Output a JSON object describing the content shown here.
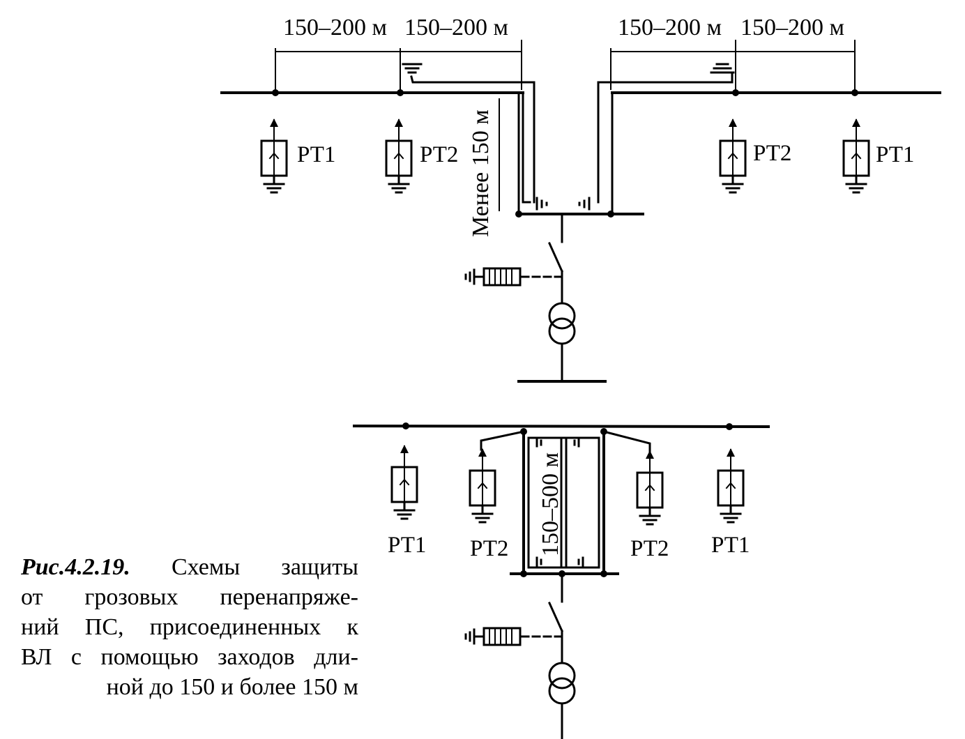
{
  "top_scheme": {
    "span_labels": [
      "150–200 м",
      "150–200 м",
      "150–200 м",
      "150–200 м"
    ],
    "vertical_label": "Менее 150 м",
    "arresters": [
      "РТ1",
      "РТ2",
      "РТ2",
      "РТ1"
    ]
  },
  "bottom_scheme": {
    "vertical_label": "150–500 м",
    "arresters": [
      "РТ1",
      "РТ2",
      "РТ2",
      "РТ1"
    ]
  },
  "caption": {
    "figure_number": "Рис.4.2.19.",
    "line1_rest": "Схемы защиты",
    "line2": "от грозовых перенапряже-",
    "line3": "ний ПС, присоединенных к",
    "line4": "ВЛ с помощью заходов дли-",
    "line5": "ной до 150 и более 150 м"
  }
}
